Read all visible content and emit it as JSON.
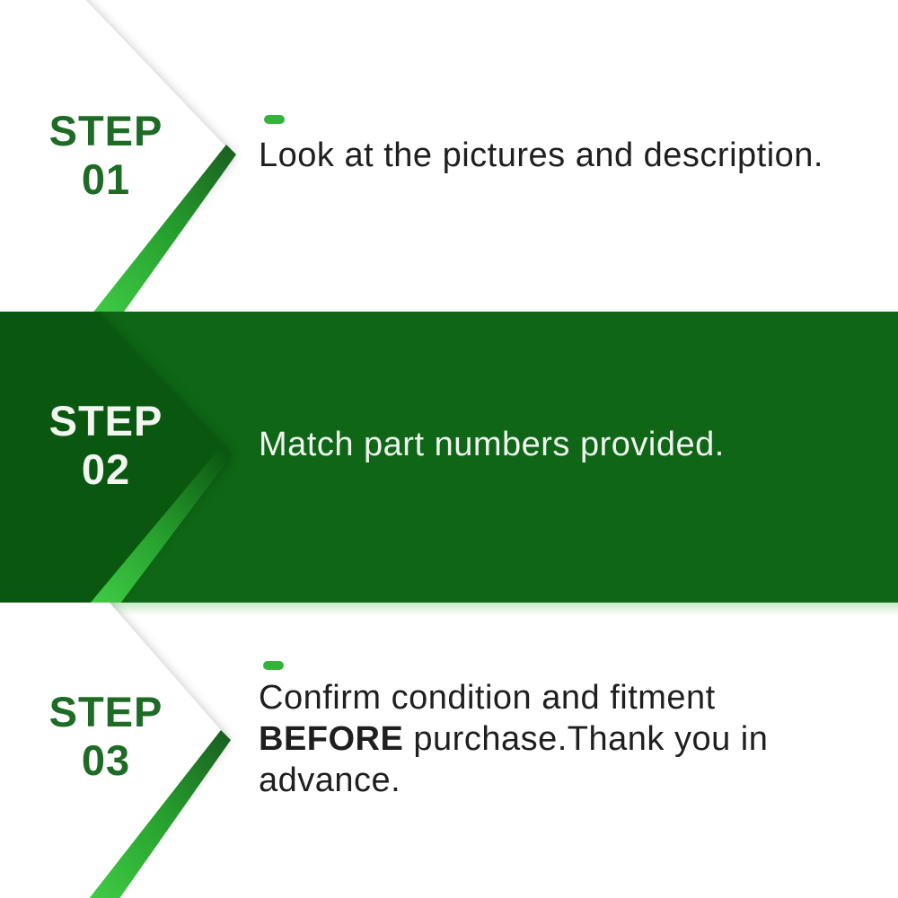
{
  "colors": {
    "band_green": "#0e6616",
    "band_chevron_green": "#0a5810",
    "step_text_green": "#1d6b24",
    "accent_green": "#33b438",
    "accent_green_bright": "#3ec944",
    "body_text": "#1f1f1f",
    "light_text": "#f1f5f0"
  },
  "steps": [
    {
      "label_line1": "STEP",
      "label_line2": "01",
      "description": "Look at the pictures and description."
    },
    {
      "label_line1": "STEP",
      "label_line2": "02",
      "description": "Match part numbers provided."
    },
    {
      "label_line1": "STEP",
      "label_line2": "03",
      "description_normal_1": "Confirm condition and fitment ",
      "description_bold": "BEFORE",
      "description_normal_2": " purchase.Thank you in advance."
    }
  ]
}
